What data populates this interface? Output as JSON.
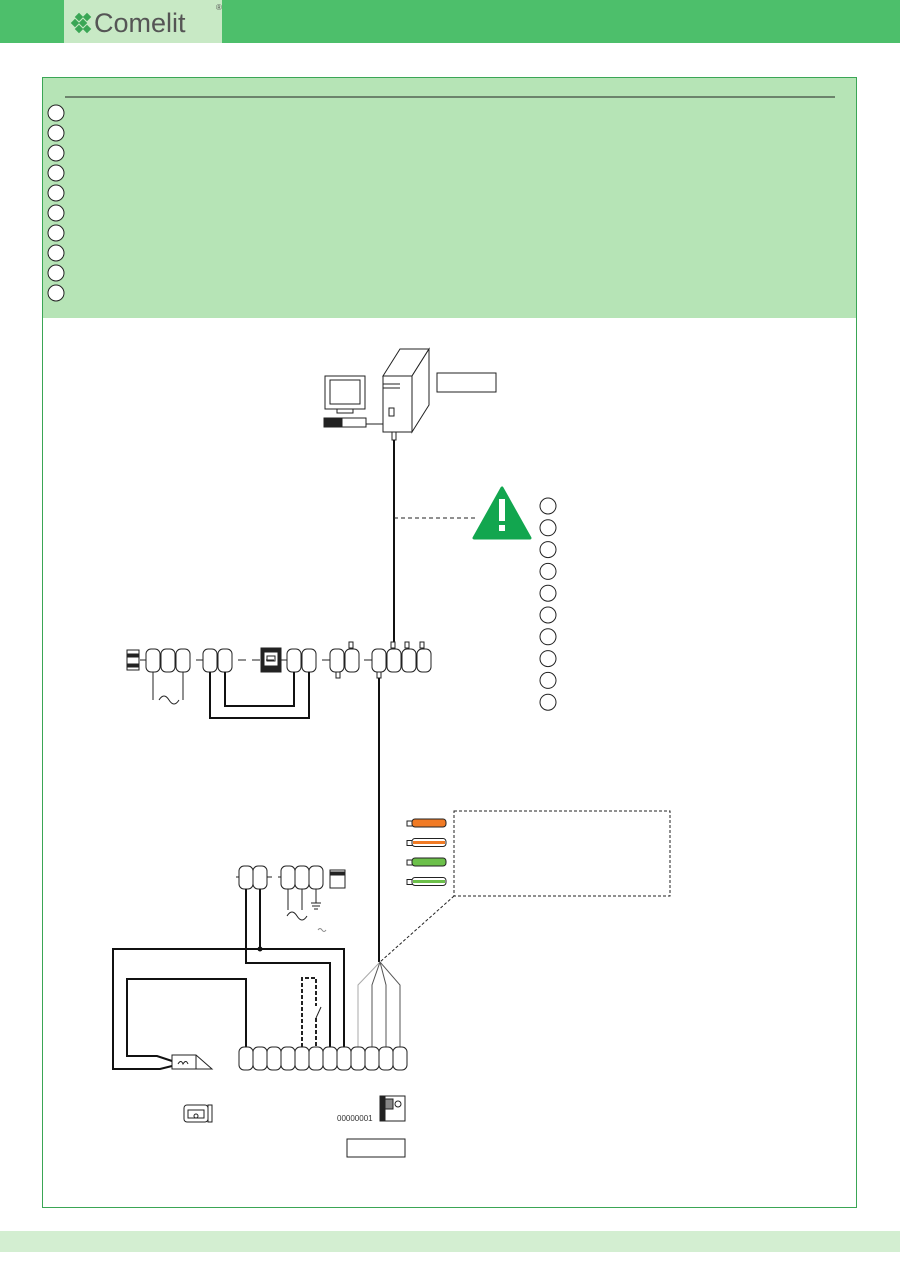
{
  "header": {
    "brand": "Comelit",
    "registered_mark": "®"
  },
  "colors": {
    "header_green": "#4dbf6b",
    "panel_green": "#b6e4b6",
    "warning_green": "#12a64f",
    "wire_orange": "#f07a24",
    "wire_green": "#6cc04a"
  },
  "diagram": {
    "left_legend_count": 10,
    "right_legend_count": 10,
    "outdoor_unit_serial": "00000001",
    "wire_legend": [
      {
        "color": "orange",
        "striped": false
      },
      {
        "color": "orange",
        "striped": true
      },
      {
        "color": "green",
        "striped": false
      },
      {
        "color": "green",
        "striped": true
      }
    ]
  }
}
